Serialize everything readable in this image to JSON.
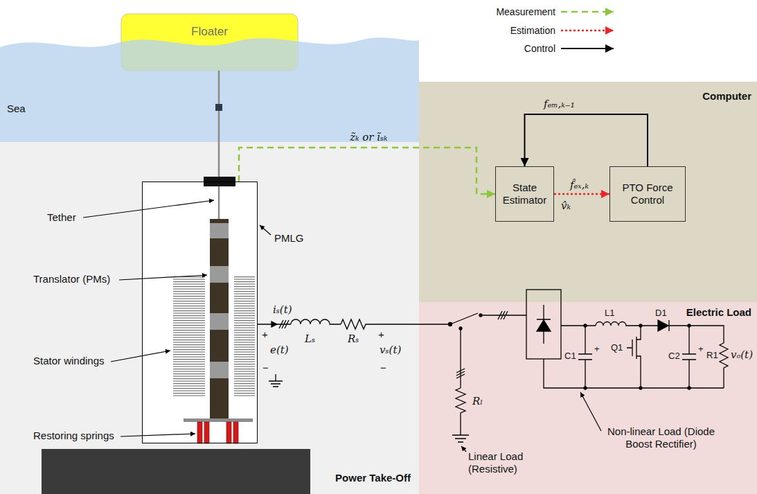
{
  "diagram": {
    "nodes": [
      {
        "text": [
          "Sea"
        ]
      },
      {
        "text": [
          "Floater"
        ]
      },
      {
        "text": [
          "Power Take-Off"
        ]
      },
      {
        "text": [
          "PMLG"
        ],
        "in": 2
      },
      {
        "text": [
          "Computer"
        ]
      },
      {
        "text": [
          "State Estimator"
        ],
        "in": 4
      },
      {
        "text": [
          "PTO Force Control"
        ],
        "in": 4
      },
      {
        "text": [
          "Electric Load"
        ]
      }
    ],
    "edges": [
      {
        "from": 3,
        "to": 5,
        "arrow": "to",
        "label": "z̃ₖ or ĩₛₖ"
      },
      {
        "from": 5,
        "to": 6,
        "arrow": "to",
        "label": "f̂ₑₓ,ₖ"
      },
      {
        "from": 6,
        "to": 5,
        "arrow": "to",
        "label": "fₑₘ,ₖ₋₁"
      }
    ],
    "labels": [
      "Tether",
      "Translator (PMs)",
      "Stator windings",
      "Restoring springs",
      "iₛ(t)",
      "+",
      "e(t)",
      "−",
      "Lₛ",
      "Rₛ",
      "+",
      "vₛ(t)",
      "−",
      "Rₗ",
      "Linear Load (Resistive)",
      "L1",
      "D1",
      "C1",
      "+",
      "Q1",
      "C2",
      "+",
      "R1",
      "vₒ(t)",
      "Non-linear Load (Diode Boost Rectifier)",
      "v̂ₖ"
    ],
    "legend": [
      {
        "text": "Measurement"
      },
      {
        "text": "Estimation"
      },
      {
        "text": "Control"
      }
    ]
  }
}
